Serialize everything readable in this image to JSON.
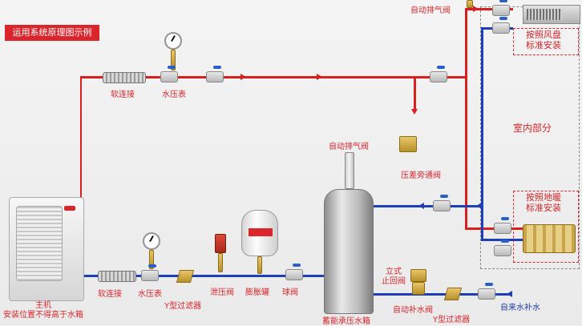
{
  "title": "运用系统原理图示例",
  "labels": {
    "soft_connect_top": "软连接",
    "pressure_gauge_top": "水压表",
    "auto_vent_top": "自动排气阀",
    "fcu_install": [
      "按照风盘",
      "标准安装"
    ],
    "indoor": "室内部分",
    "auto_vent_tank": "自动排气阀",
    "bypass": "压差旁通阀",
    "floor_heating_install": [
      "按照地暖",
      "标准安装"
    ],
    "host": [
      "主机",
      "安装位置不得高于水箱"
    ],
    "soft_connect_bottom": "软连接",
    "pressure_gauge_bottom": "水压表",
    "y_filter_left": "Y型过滤器",
    "relief_valve": "泄压阀",
    "expansion_tank": "膨胀罐",
    "ball_valve": "球阀",
    "storage_tank": "蓄能承压水箱",
    "vertical_check": [
      "立式",
      "止回阀"
    ],
    "auto_fill": "自动补水阀",
    "y_filter_right": "Y型过滤器",
    "tap_water": "自来水补水"
  },
  "colors": {
    "supply": "#d92020",
    "return": "#1f3fb8",
    "label": "#d9252b",
    "badge": "#d9252b"
  }
}
